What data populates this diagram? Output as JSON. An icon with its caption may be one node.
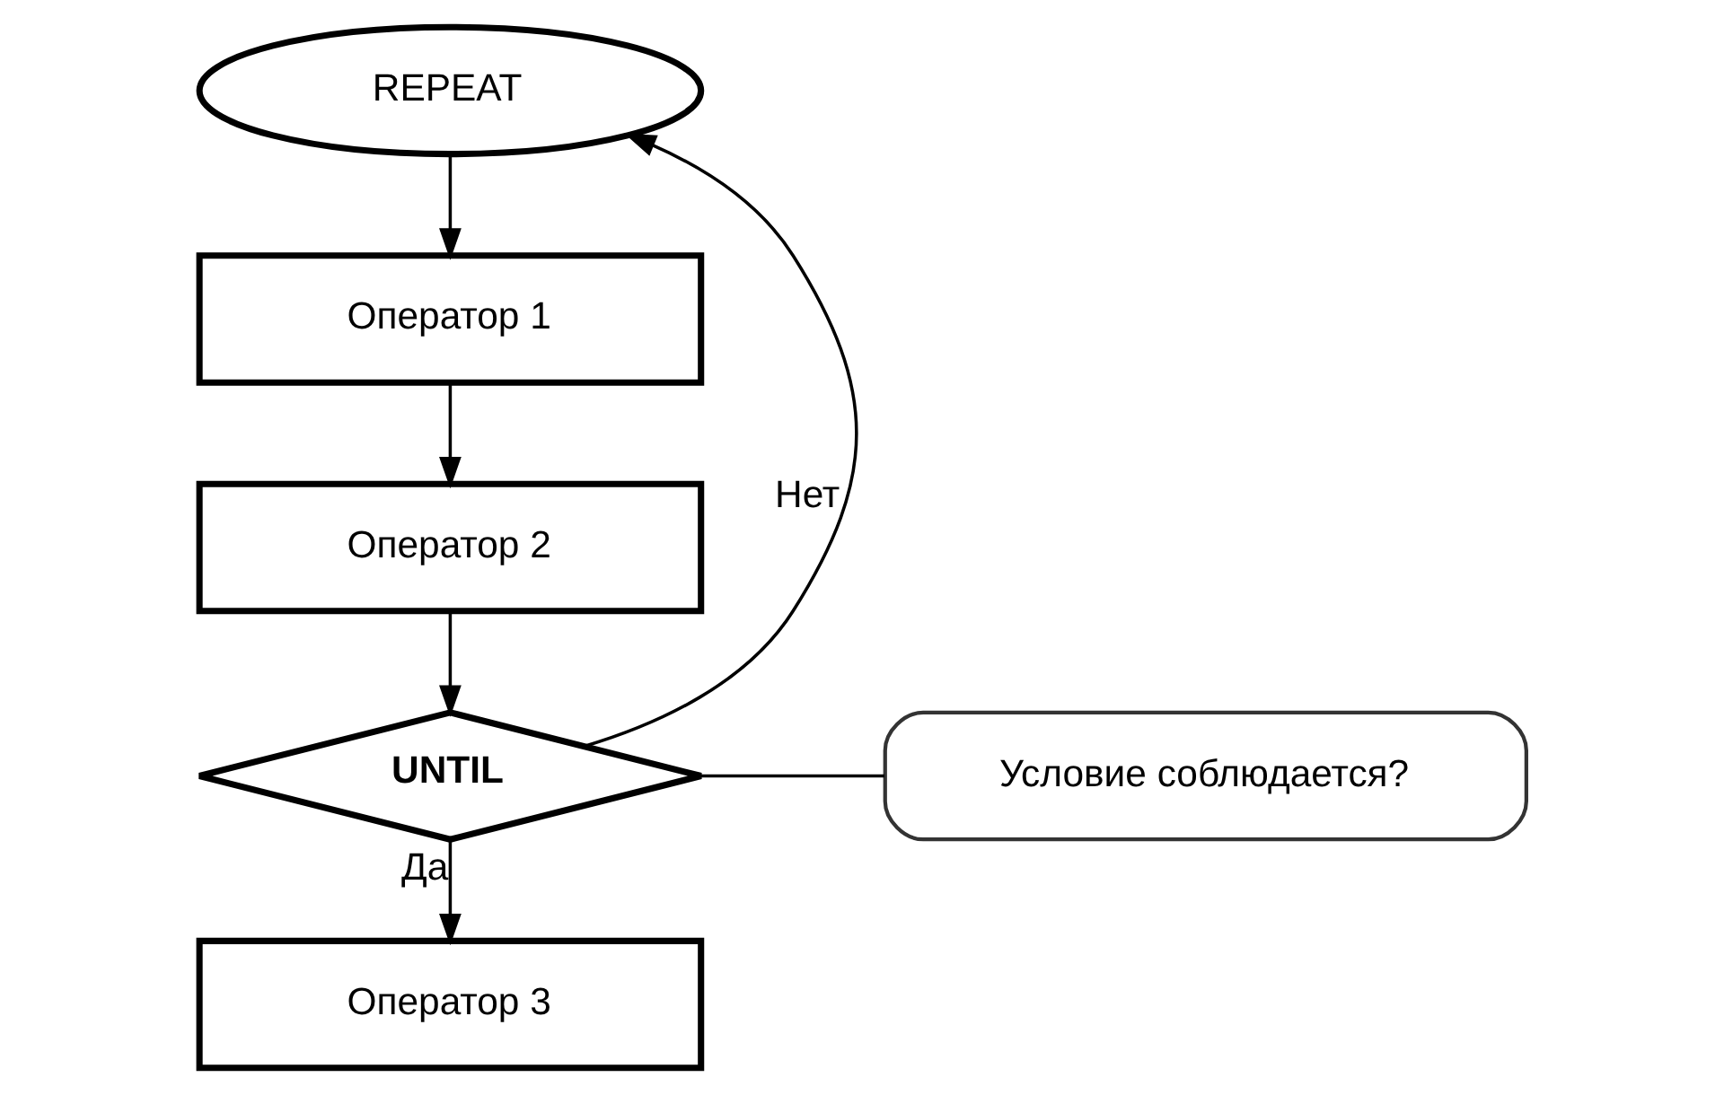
{
  "diagram": {
    "nodes": [
      {
        "text": [
          "REPEAT"
        ]
      },
      {
        "text": [
          "Оператор 1"
        ]
      },
      {
        "text": [
          "Оператор 2"
        ]
      },
      {
        "text": [
          "UNTIL"
        ]
      },
      {
        "text": [
          "Оператор 3"
        ]
      },
      {
        "text": [
          "Условие соблюдается?"
        ]
      }
    ],
    "edges": [
      {
        "from": 0,
        "to": 1,
        "arrow": "to"
      },
      {
        "from": 1,
        "to": 2,
        "arrow": "to"
      },
      {
        "from": 2,
        "to": 3,
        "arrow": "to"
      },
      {
        "from": 3,
        "to": 0,
        "arrow": "to",
        "label": "Нет"
      },
      {
        "from": 3,
        "to": 4,
        "arrow": "to",
        "label": "Да"
      },
      {
        "from": 5,
        "to": 3,
        "arrow": "none"
      }
    ]
  }
}
